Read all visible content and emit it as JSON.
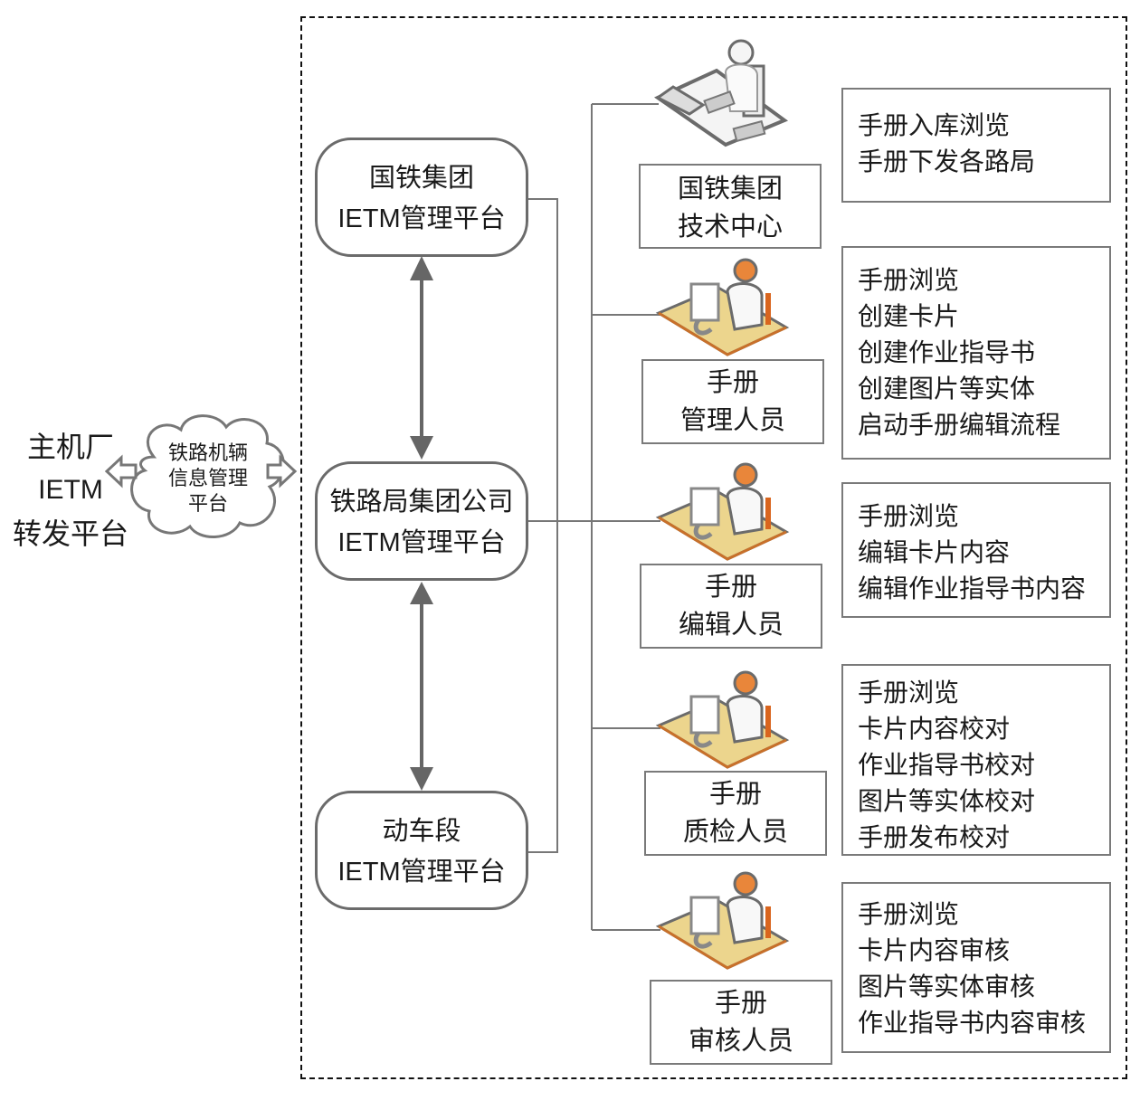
{
  "external": {
    "factory_platform": [
      "主机厂",
      "IETM",
      "转发平台"
    ],
    "cloud_platform": [
      "铁路机辆",
      "信息管理",
      "平台"
    ]
  },
  "platforms": [
    {
      "line1": "国铁集团",
      "line2": "IETM管理平台"
    },
    {
      "line1": "铁路局集团公司",
      "line2": "IETM管理平台"
    },
    {
      "line1": "动车段",
      "line2": "IETM管理平台"
    }
  ],
  "roles": [
    {
      "icon": "technician-workstation-icon",
      "label": [
        "国铁集团",
        "技术中心"
      ],
      "permissions": [
        "手册入库浏览",
        "手册下发各路局"
      ]
    },
    {
      "icon": "user-at-computer-icon",
      "label": [
        "手册",
        "管理人员"
      ],
      "permissions": [
        "手册浏览",
        "创建卡片",
        "创建作业指导书",
        "创建图片等实体",
        "启动手册编辑流程"
      ]
    },
    {
      "icon": "user-at-computer-icon",
      "label": [
        "手册",
        "编辑人员"
      ],
      "permissions": [
        "手册浏览",
        "编辑卡片内容",
        "编辑作业指导书内容"
      ]
    },
    {
      "icon": "user-at-computer-icon",
      "label": [
        "手册",
        "质检人员"
      ],
      "permissions": [
        "手册浏览",
        "卡片内容校对",
        "作业指导书校对",
        "图片等实体校对",
        "手册发布校对"
      ]
    },
    {
      "icon": "user-at-computer-icon",
      "label": [
        "手册",
        "审核人员"
      ],
      "permissions": [
        "手册浏览",
        "卡片内容审核",
        "图片等实体审核",
        "作业指导书内容审核"
      ]
    }
  ],
  "colors": {
    "line": "#6b6b6b",
    "desk": "#e9c97a",
    "desk_edge": "#c8702a",
    "head": "#e07a2a"
  }
}
